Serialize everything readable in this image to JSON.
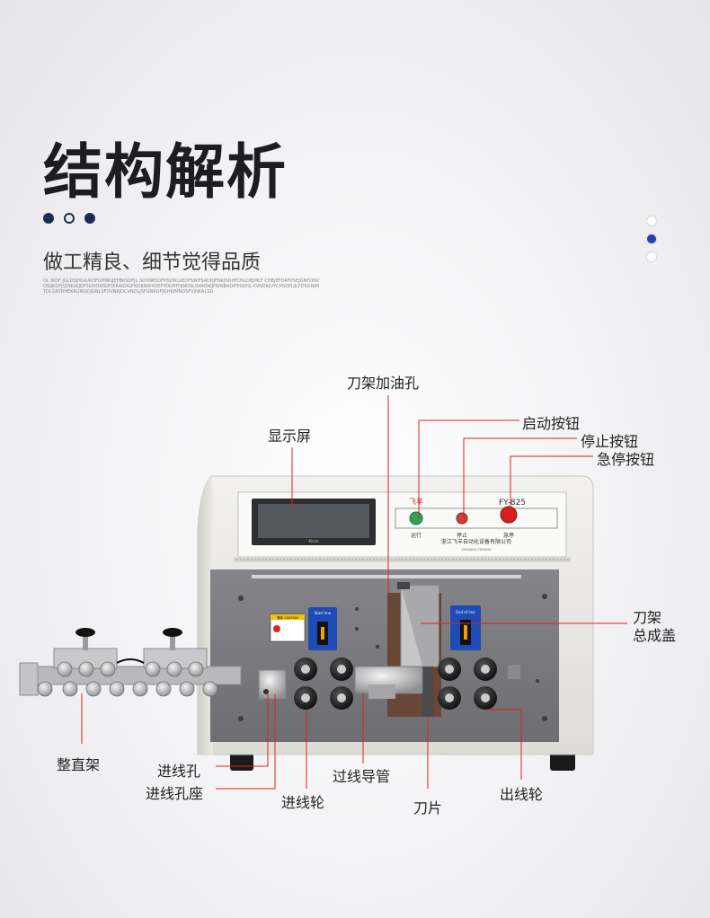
{
  "header": {
    "title": "结构解析",
    "subtitle": "做工精良、细节觉得品质",
    "tiny_text": "OL IKDF JGLDSJHGIUKDFGHNKIJEFBKSDFJL SDVNKSDFHSDN,GEDFNIKFSADHJFNKJSDHFOSLDBJMLF CDBJEFORFPSEJGNFDNV OSIJKDFJSDNGKJDFSGHDNSDFJEKASDGFNOKWIHIDEFYOUHFHJNDSLSWKDKJFWNBADIFPSIDSJ KVNDKJUYCHSDFUJLFDSGNJMTDLGRTRHEKRUIRSDJGNLSFDVNKJDCVNDLJSFGNKDFJGHKIMNDSFVJNKALSD"
  },
  "side_nav": {
    "active_index": 1,
    "count": 3
  },
  "machine_panel": {
    "model": "FY-825",
    "brand_mark": "飞羊",
    "company_name": "浙江飞羊自动化设备有限公司",
    "company_sub": "ZHEJIANG FEIYANG",
    "run_label": "运行",
    "stop_label": "停止",
    "estop_label": "急停",
    "caution_label": "警告 CAUTION",
    "start_line_label": "Start line",
    "end_line_label": "End of line",
    "screen_brand": "Kinco"
  },
  "callouts": {
    "oil_hole": "刀架加油孔",
    "display": "显示屏",
    "start_button": "启动按钮",
    "stop_button": "停止按钮",
    "estop_button": "急停按钮",
    "blade_holder_line1": "刀架",
    "blade_holder_line2": "总成盖",
    "straightener": "整直架",
    "inlet_hole": "进线孔",
    "inlet_hole_seat": "进线孔座",
    "guide_tube": "过线导管",
    "inlet_wheel": "进线轮",
    "blade": "刀片",
    "outlet_wheel": "出线轮"
  },
  "colors": {
    "title": "#1d1d1f",
    "dot": "#1c2d4e",
    "side_active": "#2a3fa8",
    "callout_line": "#e02020",
    "panel_grey": "#7b7b80"
  }
}
